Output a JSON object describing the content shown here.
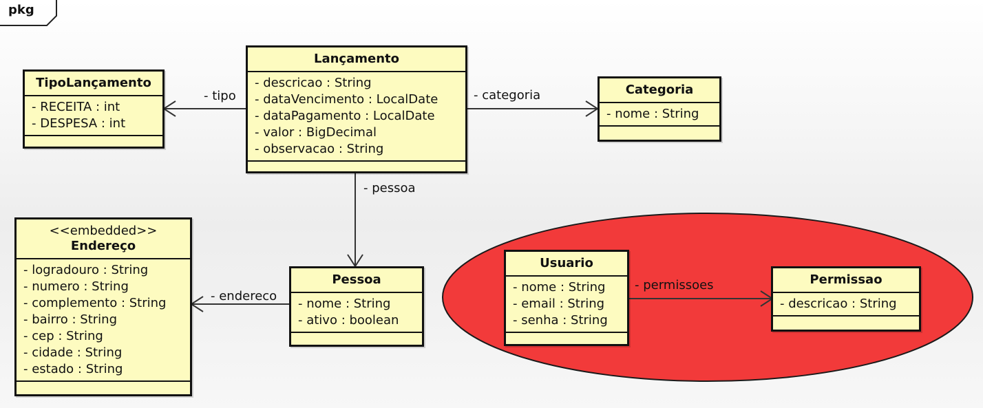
{
  "frame": {
    "label": "pkg"
  },
  "colors": {
    "class_fill": "#fdfbc0",
    "border": "#111111",
    "highlight": "#f23a3a"
  },
  "classes": {
    "tipo_lancamento": {
      "name": "TipoLançamento",
      "attributes": [
        "- RECEITA : int",
        "- DESPESA : int"
      ]
    },
    "lancamento": {
      "name": "Lançamento",
      "attributes": [
        "- descricao : String",
        "- dataVencimento : LocalDate",
        "- dataPagamento : LocalDate",
        "- valor : BigDecimal",
        "- observacao : String"
      ]
    },
    "categoria": {
      "name": "Categoria",
      "attributes": [
        "- nome : String"
      ]
    },
    "endereco": {
      "stereotype": "<<embedded>>",
      "name": "Endereço",
      "attributes": [
        "- logradouro : String",
        "- numero : String",
        "- complemento : String",
        "- bairro : String",
        "- cep : String",
        "- cidade : String",
        "- estado : String"
      ]
    },
    "pessoa": {
      "name": "Pessoa",
      "attributes": [
        "- nome : String",
        "- ativo : boolean"
      ]
    },
    "usuario": {
      "name": "Usuario",
      "attributes": [
        "- nome : String",
        "- email : String",
        "- senha : String"
      ]
    },
    "permissao": {
      "name": "Permissao",
      "attributes": [
        "- descricao : String"
      ]
    }
  },
  "associations": {
    "tipo": "- tipo",
    "categoria": "- categoria",
    "pessoa": "- pessoa",
    "endereco": "- endereco",
    "permissoes": "- permissoes"
  }
}
